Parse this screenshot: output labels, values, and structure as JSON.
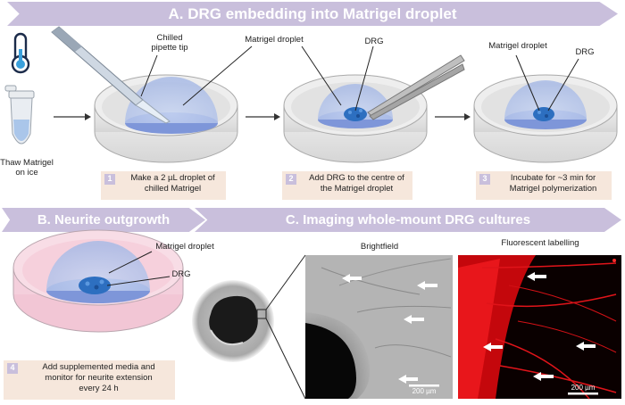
{
  "banners": {
    "a": "A. DRG embedding into Matrigel droplet",
    "b": "B. Neurite outgrowth",
    "c": "C. Imaging whole-mount DRG cultures"
  },
  "labels": {
    "thaw": "Thaw Matrigel\non ice",
    "chilled_tip": "Chilled\npipette tip",
    "matrigel_droplet_1": "Matrigel droplet",
    "drg_2": "DRG",
    "matrigel_droplet_3": "Matrigel droplet",
    "drg_3": "DRG",
    "matrigel_droplet_b": "Matrigel droplet",
    "drg_b": "DRG",
    "brightfield": "Brightfield",
    "fluorescent": "Fluorescent labelling"
  },
  "steps": [
    {
      "num": "1",
      "text": "Make a 2 µL droplet of\nchilled Matrigel"
    },
    {
      "num": "2",
      "text": "Add DRG to the centre of\nthe Matrigel droplet"
    },
    {
      "num": "3",
      "text": "Incubate for ~3 min for\nMatrigel polymerization"
    },
    {
      "num": "4",
      "text": "Add supplemented media and\nmonitor for neurite extension\nevery 24 h"
    }
  ],
  "scale_bars": {
    "brightfield": "200 µm",
    "fluorescent": "200 µm"
  },
  "colors": {
    "banner": "#c9bfdc",
    "step_box": "#f6e7dc",
    "dish": "#e9e9e9",
    "dome": "#b9c8ec",
    "drg": "#2d6fc0",
    "media": "#f6d5e0",
    "fluor": "#e0141a"
  }
}
